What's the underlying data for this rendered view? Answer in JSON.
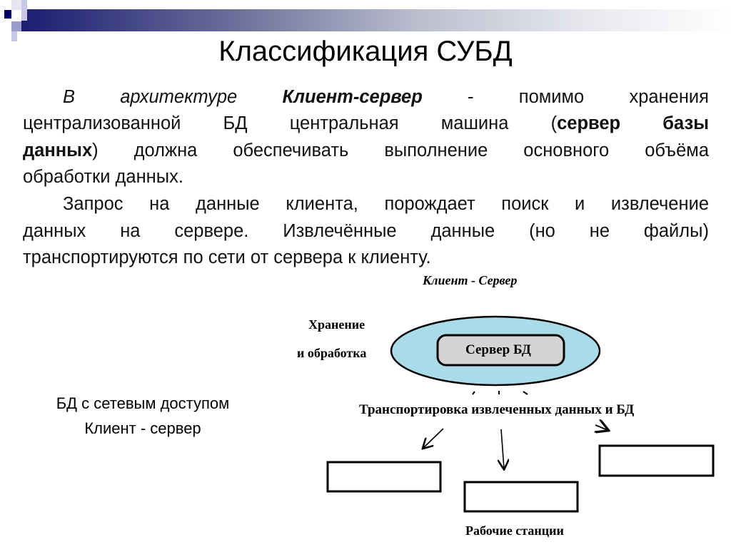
{
  "slide": {
    "title": "Классификация СУБД",
    "body_lines": [
      [
        {
          "t": "В архитектуре ",
          "s": "i"
        },
        {
          "t": "Клиент-сервер",
          "s": "bi"
        },
        {
          "t": " - помимо хранения",
          "s": ""
        }
      ],
      [
        {
          "t": "централизованной БД центральная машина (",
          "s": ""
        },
        {
          "t": "сервер базы",
          "s": "b"
        }
      ],
      [
        {
          "t": "данных",
          "s": "b"
        },
        {
          "t": ") должна обеспечивать выполнение основного объёма",
          "s": ""
        }
      ],
      [
        {
          "t": "обработки данных.",
          "s": ""
        }
      ],
      [
        {
          "t": "Запрос на данные клиента, порождает поиск и извлечение",
          "s": ""
        }
      ],
      [
        {
          "t": "данных на сервере. Извлечённые данные (но не файлы)",
          "s": ""
        }
      ],
      [
        {
          "t": "транспортируются по сети от сервера к клиенту.",
          "s": ""
        }
      ]
    ],
    "caption_line1": "БД с сетевым доступом",
    "caption_line2": "Клиент - сервер"
  },
  "diagram": {
    "title": "Клиент - Сервер",
    "storage_label_1": "Хранение",
    "storage_label_2": "и обработка",
    "server_label": "Сервер БД",
    "transport_label": "Транспортировка извлеченных данных и БД",
    "workstations_label": "Рабочие станции",
    "colors": {
      "ellipse": "#a9dbe9",
      "server": "#d4d4d4",
      "header_dark": "#1c1c72"
    }
  }
}
